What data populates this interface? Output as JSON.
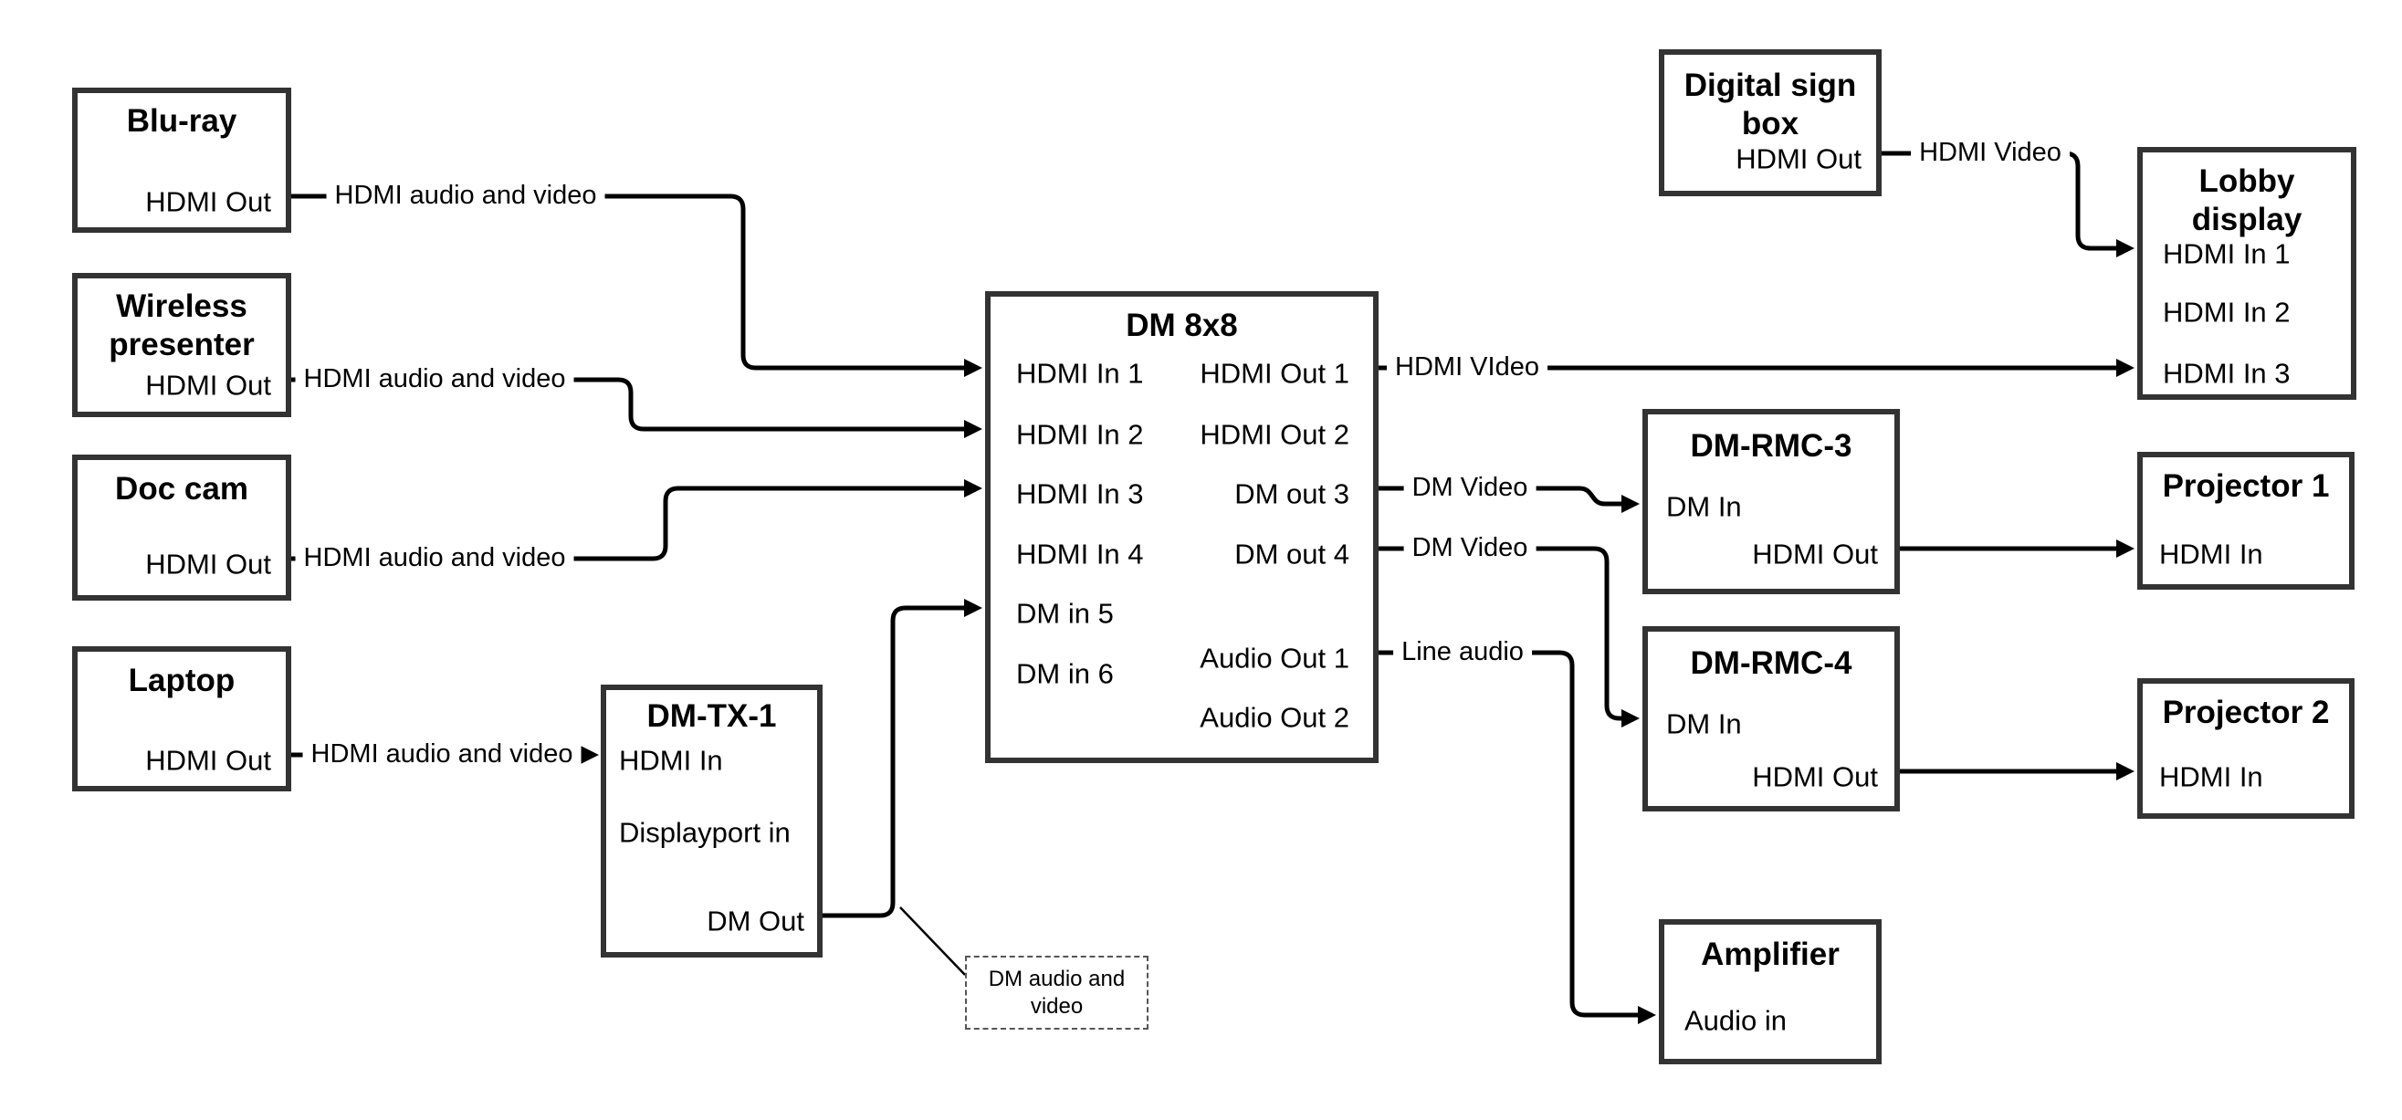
{
  "boxes": {
    "bluray": {
      "title": "Blu-ray",
      "port_hdmi_out": "HDMI Out"
    },
    "wireless_presenter": {
      "title": "Wireless presenter",
      "port_hdmi_out": "HDMI Out"
    },
    "doc_cam": {
      "title": "Doc cam",
      "port_hdmi_out": "HDMI Out"
    },
    "laptop": {
      "title": "Laptop",
      "port_hdmi_out": "HDMI Out"
    },
    "dm_tx_1": {
      "title": "DM-TX-1",
      "port_hdmi_in": "HDMI In",
      "port_displayport_in": "Displayport in",
      "port_dm_out": "DM Out"
    },
    "dm_8x8": {
      "title": "DM 8x8",
      "inputs": [
        "HDMI In 1",
        "HDMI In 2",
        "HDMI In 3",
        "HDMI In 4",
        "DM in 5",
        "DM in 6"
      ],
      "outputs": [
        "HDMI Out 1",
        "HDMI Out 2",
        "DM out 3",
        "DM out 4",
        "Audio Out 1",
        "Audio Out 2"
      ]
    },
    "digital_sign_box": {
      "title": "Digital sign box",
      "port_hdmi_out": "HDMI Out"
    },
    "lobby_display": {
      "title": "Lobby display",
      "inputs": [
        "HDMI In 1",
        "HDMI In 2",
        "HDMI In 3"
      ]
    },
    "dm_rmc_3": {
      "title": "DM-RMC-3",
      "port_dm_in": "DM In",
      "port_hdmi_out": "HDMI Out"
    },
    "dm_rmc_4": {
      "title": "DM-RMC-4",
      "port_dm_in": "DM In",
      "port_hdmi_out": "HDMI Out"
    },
    "projector_1": {
      "title": "Projector 1",
      "port_hdmi_in": "HDMI In"
    },
    "projector_2": {
      "title": "Projector 2",
      "port_hdmi_in": "HDMI In"
    },
    "amplifier": {
      "title": "Amplifier",
      "port_audio_in": "Audio in"
    }
  },
  "cable_labels": {
    "bluray_to_dm8x8": "HDMI audio and video",
    "wireless_to_dm8x8": "HDMI audio and video",
    "doccam_to_dm8x8": "HDMI audio and video",
    "laptop_to_dmtx1": "HDMI audio and video",
    "hdmi_out_1": "HDMI VIdeo",
    "dm_out_3": "DM Video",
    "dm_out_4": "DM Video",
    "audio_out_1": "Line audio",
    "digital_sign": "HDMI Video"
  },
  "annotation": {
    "dm_audio_video": "DM audio and video"
  },
  "colors": {
    "cable": "#000000",
    "box_border": "#333333",
    "text": "#000000",
    "background": "#ffffff",
    "annotation_border": "#555555"
  }
}
